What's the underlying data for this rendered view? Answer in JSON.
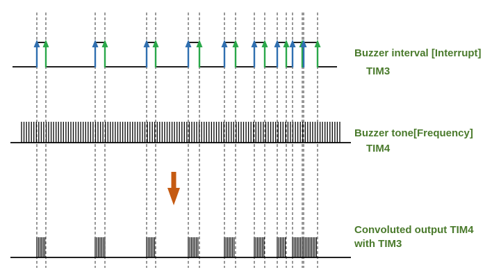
{
  "labels": {
    "interval_title": "Buzzer interval [Interrupt]",
    "interval_timer": "TIM3",
    "tone_title": "Buzzer tone[Frequency]",
    "tone_timer": "TIM4",
    "output_line1": "Convoluted output  TIM4",
    "output_line2": "with TIM3"
  },
  "colors": {
    "label": "#4a7a2c",
    "rising_edge_arrow": "#2f6fb0",
    "falling_edge_arrow": "#2aa84a",
    "down_arrow": "#c55a11",
    "signal": "#000000"
  },
  "icons": {
    "rising_edge": "up-arrow-icon",
    "falling_edge": "up-arrow-icon",
    "flow": "down-arrow-icon"
  }
}
